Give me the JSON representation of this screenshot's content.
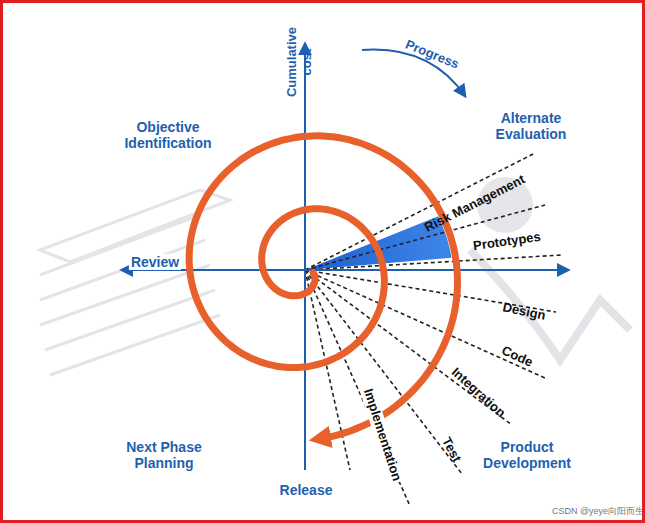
{
  "diagram": {
    "labels": [
      "Cumulative cost",
      "Progress",
      "Alternate Evaluation",
      "Objective Identification",
      "Review",
      "Risk Management",
      "Prototypes",
      "Design",
      "Code",
      "Integration",
      "Test",
      "Implementation",
      "Next Phase Planning",
      "Product Development",
      "Release",
      "CSDN @yeye向阳而生"
    ]
  }
}
